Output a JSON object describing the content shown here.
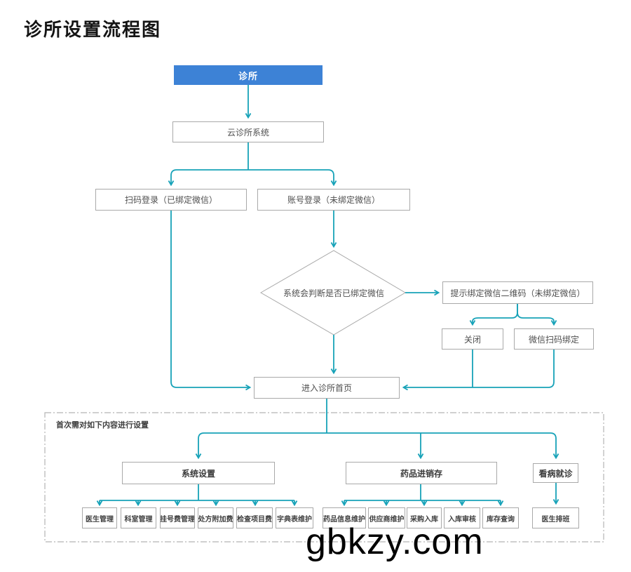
{
  "title": "诊所设置流程图",
  "watermark": "gbkzy.com",
  "colors": {
    "accent_line": "#17a2b8",
    "node_border": "#a9a9a9",
    "clinic_blue": "#3d82d6",
    "text": "#4f4f4f",
    "dashed_border": "#b3b3b3"
  },
  "nodes": {
    "clinic": "诊所",
    "cloud_system": "云诊所系统",
    "scan_login": "扫码登录（已绑定微信）",
    "account_login": "账号登录（未绑定微信）",
    "judge": "系统会判断是否已绑定微信",
    "qr_prompt": "提示绑定微信二维码（未绑定微信）",
    "close": "关闭",
    "wechat_scan_bind": "微信扫码绑定",
    "enter_home": "进入诊所首页",
    "setup_section_label": "首次需对如下内容进行设置",
    "system_settings": "系统设置",
    "drug_inventory": "药品进销存",
    "visit": "看病就诊",
    "system_settings_children": [
      "医生管理",
      "科室管理",
      "挂号费管理",
      "处方附加费",
      "检查项目费",
      "字典表维护"
    ],
    "drug_inventory_children": [
      "药品信息维护",
      "供应商维护",
      "采购入库",
      "入库审核",
      "库存查询"
    ],
    "visit_children": [
      "医生排班"
    ]
  }
}
